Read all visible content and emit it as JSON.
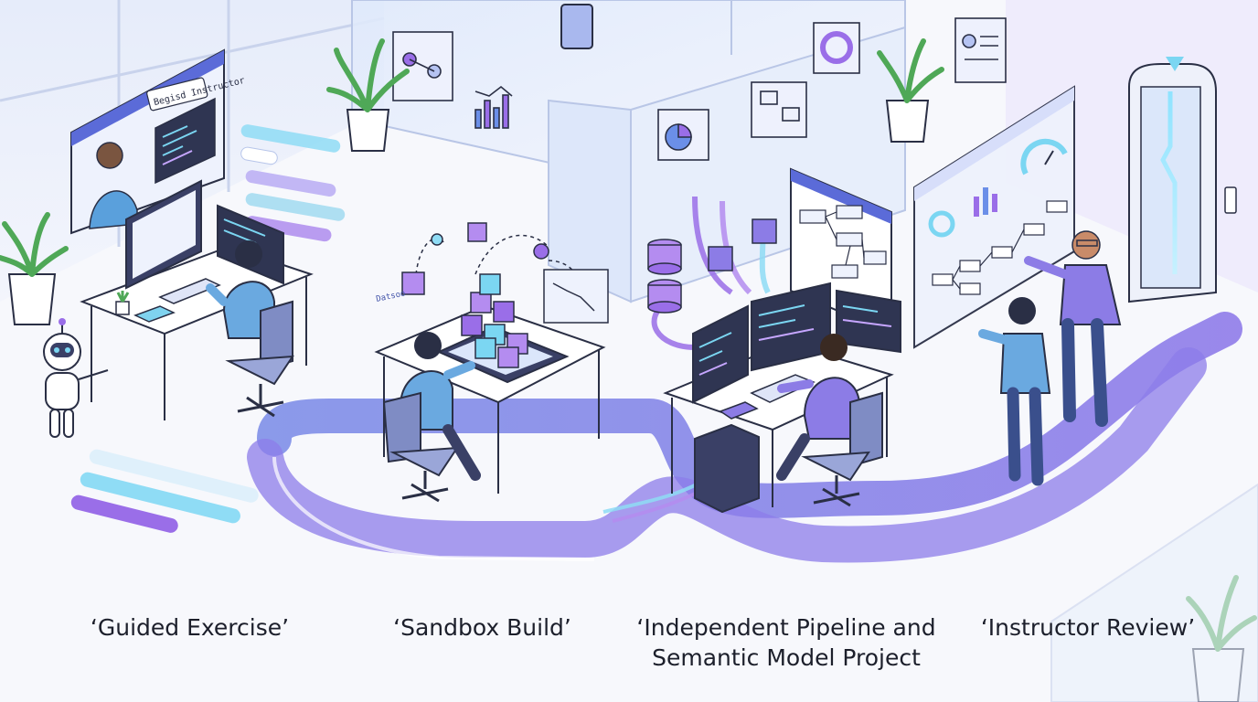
{
  "colors": {
    "background": "#f7f8fc",
    "path": "#8b84ea",
    "accent_purple": "#9a6ee8",
    "accent_cyan": "#6fd0ee",
    "outline": "#2a2f45",
    "shirt_blue": "#6aa9e0",
    "shirt_purple": "#8c7ce6"
  },
  "captions": [
    "‘Guided Exercise’",
    "‘Sandbox Build’",
    "‘Independent Pipeline and",
    "Semantic Model Project",
    "‘Instructor Review’"
  ],
  "screen_text": {
    "instructor_video_label": "Begisd Instructor",
    "sandbox_label": "Datsoo"
  },
  "icons": [
    "robot-assistant-icon",
    "database-icon",
    "door-icon",
    "plant-icon",
    "pie-chart-icon",
    "bar-chart-icon",
    "gauge-icon",
    "elevator-button-icon"
  ]
}
